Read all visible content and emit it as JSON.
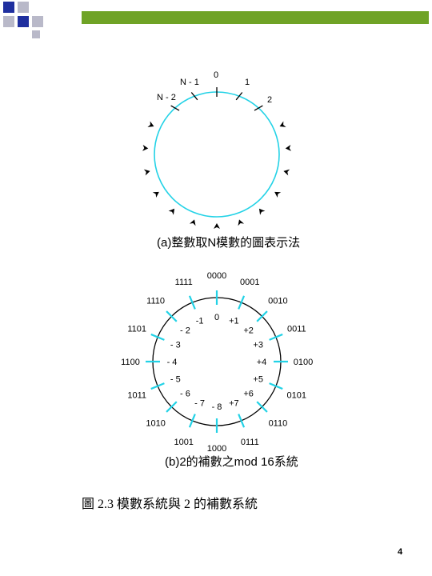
{
  "diagram_a": {
    "labels_top": [
      "N - 1",
      "0",
      "1"
    ],
    "label_left": "N - 2",
    "label_right": "2",
    "caption": "(a)整數取N模數的圖表示法"
  },
  "diagram_b": {
    "binary_labels": [
      "0000",
      "0001",
      "0010",
      "0011",
      "0100",
      "0101",
      "0110",
      "0111",
      "1000",
      "1001",
      "1010",
      "1011",
      "1100",
      "1101",
      "1110",
      "1111"
    ],
    "signed_labels": [
      "0",
      "+1",
      "+2",
      "+3",
      "+4",
      "+5",
      "+6",
      "+7",
      "- 8",
      "- 7",
      "- 6",
      "- 5",
      "- 4",
      "- 3",
      "- 2",
      "-1"
    ],
    "caption": "(b)2的補數之mod 16系統"
  },
  "figure_caption": "圖 2.3 模數系統與 2 的補數系統",
  "page_number": "4",
  "colors": {
    "accent_cyan": "#23d2e6",
    "bar_green": "#6fa326",
    "deco_blue": "#1f2f9f",
    "deco_gray": "#b9b9c9"
  }
}
